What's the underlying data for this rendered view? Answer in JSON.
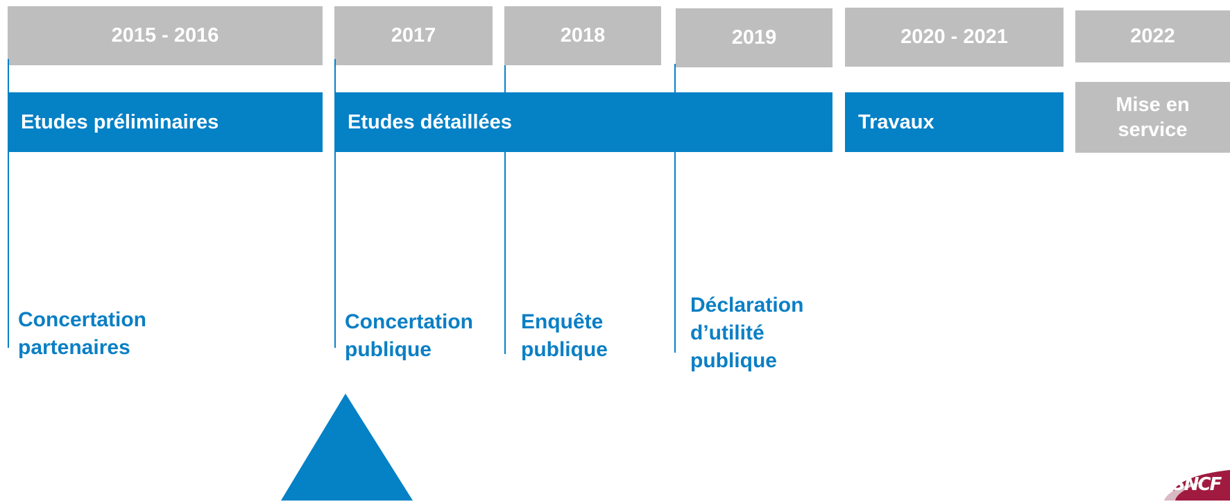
{
  "years": [
    "2015 - 2016",
    "2017",
    "2018",
    "2019",
    "2020 - 2021",
    "2022"
  ],
  "phases": {
    "preliminary": "Etudes préliminaires",
    "detailed": "Etudes détaillées",
    "works": "Travaux",
    "service": "Mise en\nservice"
  },
  "milestones": {
    "partners": "Concertation\npartenaires",
    "public_consultation": "Concertation\npublique",
    "public_inquiry": "Enquête\npublique",
    "dup": "Déclaration\nd’utilité\npublique"
  },
  "logo": {
    "text": "SNCF"
  },
  "colors": {
    "blue": "#0581c6",
    "grey": "#bebebe",
    "logo_red": "#a01b3f"
  },
  "current_position_marker": "up-triangle"
}
